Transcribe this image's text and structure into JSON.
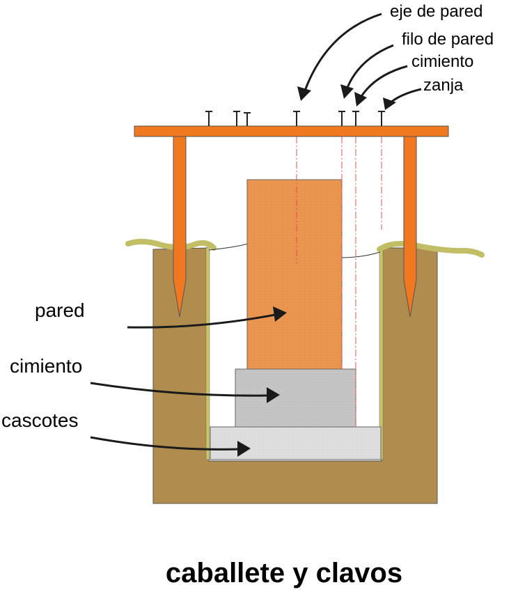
{
  "title": "caballete y clavos",
  "labels": {
    "eje_de_pared": "eje de pared",
    "filo_de_pared": "filo de pared",
    "cimiento_top": "cimiento",
    "zanja": "zanja",
    "pared": "pared",
    "cimiento": "cimiento",
    "cascotes": "cascotes"
  },
  "colors": {
    "earth": "#B08D4F",
    "grass": "#C2BE66",
    "board": "#F07820",
    "wall": "#E99350",
    "foundation": "#C8C8C8",
    "rubble": "#DCDCDC",
    "guide_line": "#E05050",
    "arrow": "#1A1A1A"
  }
}
